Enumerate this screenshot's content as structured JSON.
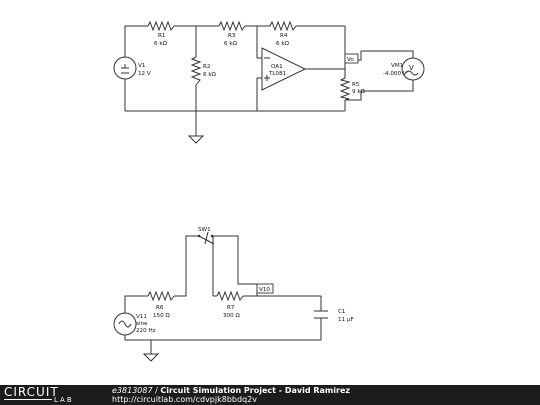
{
  "schematic": {
    "circuit1": {
      "R1": {
        "name": "R1",
        "value": "6 kΩ"
      },
      "R2": {
        "name": "R2",
        "value": "6 kΩ"
      },
      "R3": {
        "name": "R3",
        "value": "6 kΩ"
      },
      "R4": {
        "name": "R4",
        "value": "6 kΩ"
      },
      "R5": {
        "name": "R5",
        "value": "9 kΩ"
      },
      "V1": {
        "name": "V1",
        "value": "12 V"
      },
      "OA1": {
        "name": "OA1",
        "part": "TL081"
      },
      "probe": "Vo",
      "VM1": {
        "name": "VM1",
        "reading": "-4.000 V",
        "glyph": "V"
      }
    },
    "circuit2": {
      "SW1": {
        "name": "SW1"
      },
      "R6": {
        "name": "R6",
        "value": "150 Ω"
      },
      "R7": {
        "name": "R7",
        "value": "300 Ω"
      },
      "C1": {
        "name": "C1",
        "value": "11 µF"
      },
      "V11": {
        "name": "V11",
        "type": "sine",
        "freq": "220 Hz"
      },
      "probe": "V10"
    }
  },
  "footer": {
    "logo_top": "CIRCUIT",
    "logo_bottom": "LAB",
    "schematic_id": "e3813087",
    "separator": "/",
    "title": "Circuit Simulation Project - David Ramirez",
    "url": "http://circuitlab.com/cdvpjk8bbdq2v"
  }
}
